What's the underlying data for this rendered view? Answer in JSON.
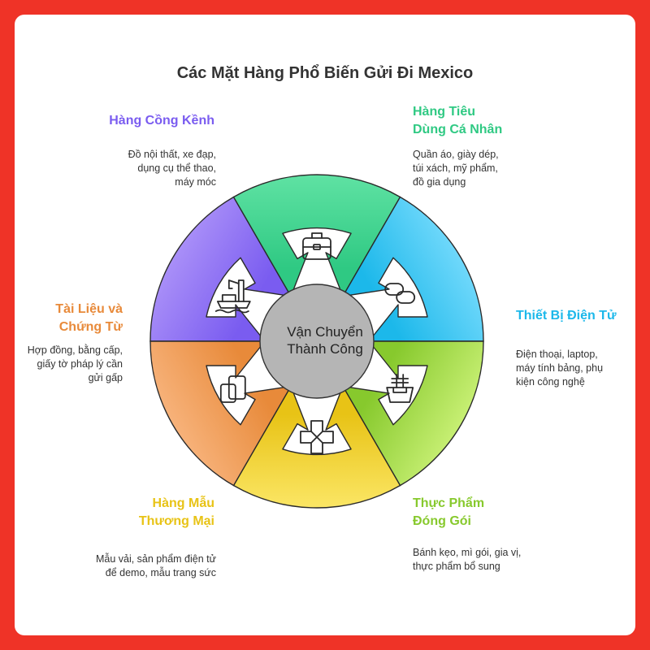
{
  "title": "Các Mặt Hàng Phổ Biến Gửi Đi Mexico",
  "center": {
    "line1": "Vận Chuyển",
    "line2": "Thành Công"
  },
  "segments": [
    {
      "key": "bulky",
      "title": [
        "Hàng Cồng Kềnh"
      ],
      "desc": [
        "Đồ nội thất, xe đạp,",
        "dụng cụ thể thao,",
        "máy móc"
      ],
      "color": "#7a5cf0",
      "light": "#a98ff8",
      "icon": "crane-ship-icon"
    },
    {
      "key": "personal",
      "title": [
        "Hàng Tiêu",
        "Dùng Cá Nhân"
      ],
      "desc": [
        "Quần áo, giày dép,",
        "túi xách, mỹ phẩm,",
        "đồ gia dụng"
      ],
      "color": "#2fc983",
      "light": "#5fe2a3",
      "icon": "briefcase-icon"
    },
    {
      "key": "electronics",
      "title": [
        "Thiết Bị Điện Tử"
      ],
      "desc": [
        "Điện thoại, laptop,",
        "máy tính bảng, phụ",
        "kiện công nghệ"
      ],
      "color": "#1cb8ea",
      "light": "#6fd8fb",
      "icon": "link-icon"
    },
    {
      "key": "food",
      "title": [
        "Thực Phẩm",
        "Đóng Gói"
      ],
      "desc": [
        "Bánh kẹo, mì gói, gia vị,",
        "thực phẩm bổ sung"
      ],
      "color": "#87c92d",
      "light": "#c7ef73",
      "icon": "noodle-bowl-icon"
    },
    {
      "key": "samples",
      "title": [
        "Hàng Mẫu",
        "Thương Mại"
      ],
      "desc": [
        "Mẫu vải, sản phẩm điện tử",
        "để demo, mẫu trang sức"
      ],
      "color": "#e8c316",
      "light": "#fbe665",
      "icon": "bandage-icon"
    },
    {
      "key": "documents",
      "title": [
        "Tài Liệu và",
        "Chứng Từ"
      ],
      "desc": [
        "Hợp đồng, bằng cấp,",
        "giấy tờ pháp lý cần",
        "gửi gấp"
      ],
      "color": "#e88a3a",
      "light": "#f7b27a",
      "icon": "documents-icon"
    }
  ]
}
